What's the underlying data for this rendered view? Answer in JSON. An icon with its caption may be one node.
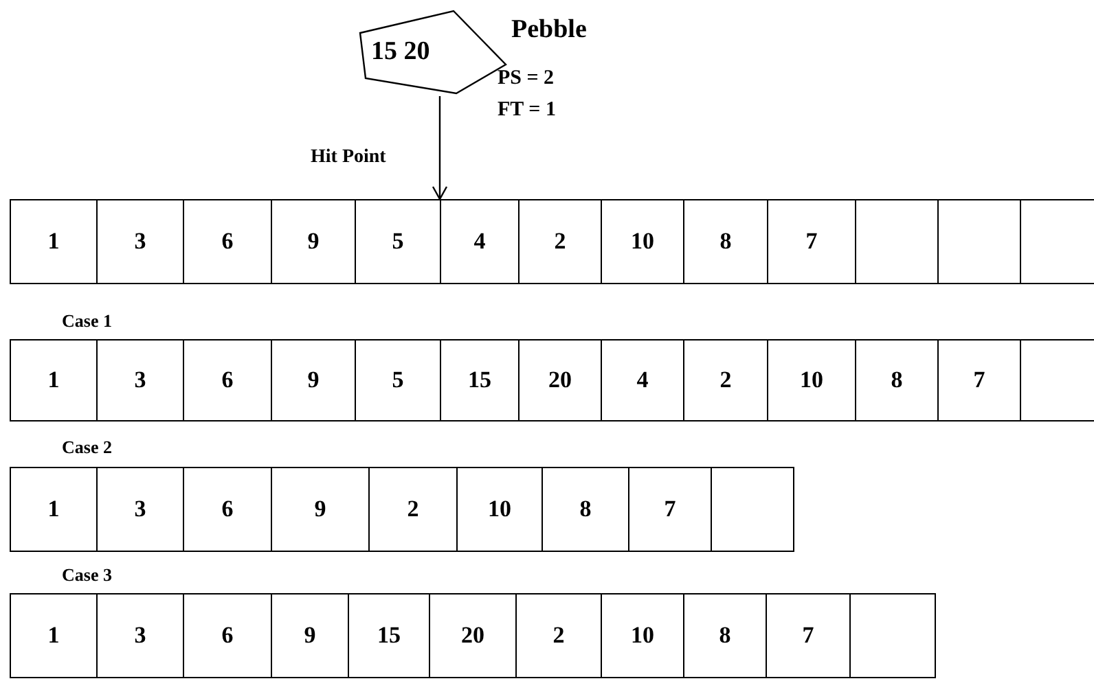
{
  "diagram": {
    "nodes": [
      {
        "text": [
          "15 20"
        ],
        "beside": [
          "Pebble",
          "PS = 2",
          "FT = 1"
        ]
      },
      {
        "text": [
          "1"
        ]
      },
      {
        "text": [
          "3"
        ]
      },
      {
        "text": [
          "6"
        ]
      },
      {
        "text": [
          "9"
        ]
      },
      {
        "text": [
          "5"
        ]
      },
      {
        "text": [
          "4"
        ]
      },
      {
        "text": [
          "2"
        ]
      },
      {
        "text": [
          "10"
        ]
      },
      {
        "text": [
          "8"
        ]
      },
      {
        "text": [
          "7"
        ]
      },
      {
        "text": [],
        "shape": "box"
      },
      {
        "text": [],
        "shape": "box"
      },
      {
        "text": [],
        "shape": "box"
      },
      {
        "text": [
          "1"
        ]
      },
      {
        "text": [
          "3"
        ]
      },
      {
        "text": [
          "6"
        ]
      },
      {
        "text": [
          "9"
        ]
      },
      {
        "text": [
          "5"
        ]
      },
      {
        "text": [
          "15"
        ]
      },
      {
        "text": [
          "20"
        ]
      },
      {
        "text": [
          "4"
        ]
      },
      {
        "text": [
          "2"
        ]
      },
      {
        "text": [
          "10"
        ]
      },
      {
        "text": [
          "8"
        ]
      },
      {
        "text": [
          "7"
        ]
      },
      {
        "text": [],
        "shape": "box"
      },
      {
        "text": [
          "1"
        ]
      },
      {
        "text": [
          "3"
        ]
      },
      {
        "text": [
          "6"
        ]
      },
      {
        "text": [
          "9"
        ]
      },
      {
        "text": [
          "2"
        ]
      },
      {
        "text": [
          "10"
        ]
      },
      {
        "text": [
          "8"
        ]
      },
      {
        "text": [
          "7"
        ]
      },
      {
        "text": [],
        "shape": "box"
      },
      {
        "text": [
          "1"
        ]
      },
      {
        "text": [
          "3"
        ]
      },
      {
        "text": [
          "6"
        ]
      },
      {
        "text": [
          "9"
        ]
      },
      {
        "text": [
          "15"
        ]
      },
      {
        "text": [
          "20"
        ]
      },
      {
        "text": [
          "2"
        ]
      },
      {
        "text": [
          "10"
        ]
      },
      {
        "text": [
          "8"
        ]
      },
      {
        "text": [
          "7"
        ]
      },
      {
        "text": [],
        "shape": "box"
      }
    ],
    "edges": [
      {
        "from": 0,
        "to": 6,
        "arrow": "to",
        "label": "Hit Point"
      }
    ],
    "labels": [
      "Case 1",
      "Case 2",
      "Case 3"
    ]
  }
}
